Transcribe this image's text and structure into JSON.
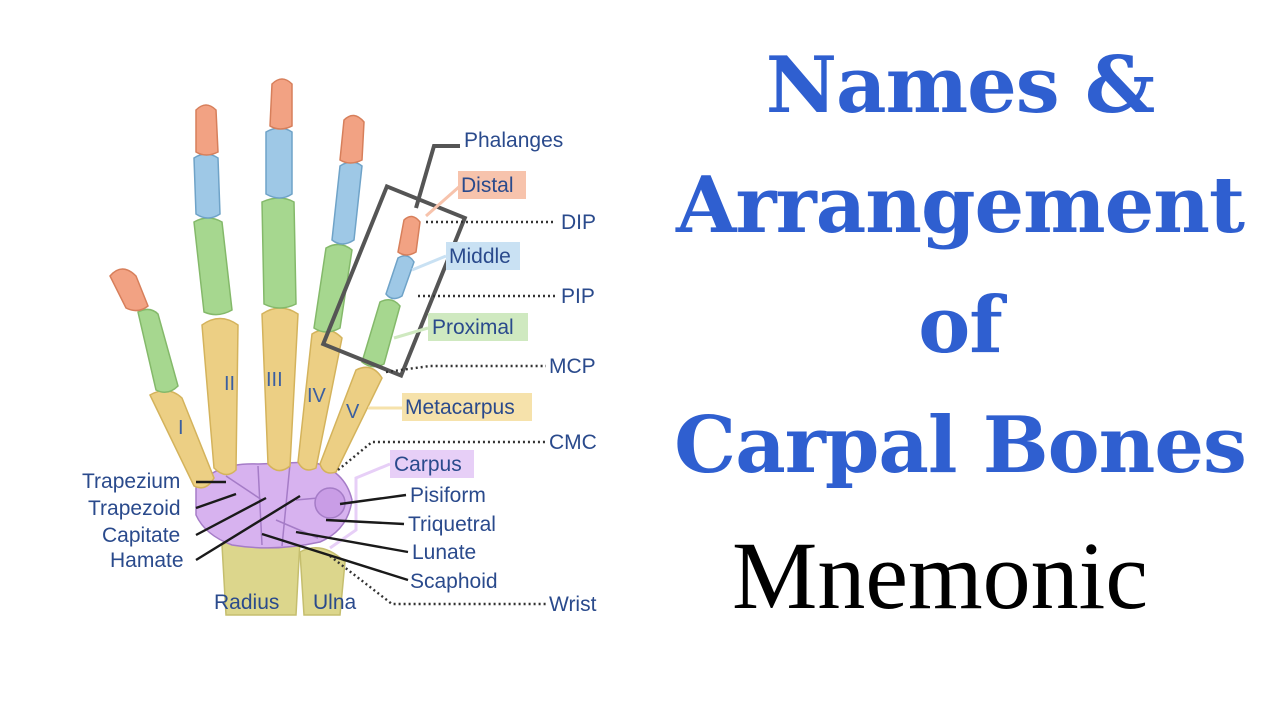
{
  "title": {
    "line1": "Names &",
    "line2": "Arrangement",
    "line3": "of",
    "line4": "Carpal Bones",
    "subtitle": "Mnemonic"
  },
  "diagram": {
    "category_labels": {
      "phalanges": "Phalanges",
      "distal": "Distal",
      "middle": "Middle",
      "proximal": "Proximal",
      "metacarpus": "Metacarpus",
      "carpus": "Carpus"
    },
    "joint_labels": {
      "dip": "DIP",
      "pip": "PIP",
      "mcp": "MCP",
      "cmc": "CMC",
      "wrist": "Wrist"
    },
    "carpal_left": [
      "Trapezium",
      "Trapezoid",
      "Capitate",
      "Hamate"
    ],
    "carpal_right": [
      "Pisiform",
      "Triquetral",
      "Lunate",
      "Scaphoid"
    ],
    "forearm": {
      "radius": "Radius",
      "ulna": "Ulna"
    },
    "digits": [
      "I",
      "II",
      "III",
      "IV",
      "V"
    ]
  },
  "colors": {
    "title_blue": "#2f5fd0",
    "label_blue": "#2a4a8c",
    "distal_bone": "#f2a283",
    "middle_bone": "#9ec8e6",
    "proximal_bone": "#a6d78f",
    "metacarpal_bone": "#eccf84",
    "carpal_bone": "#d7b2ef",
    "forearm_bone": "#dcd68c"
  }
}
